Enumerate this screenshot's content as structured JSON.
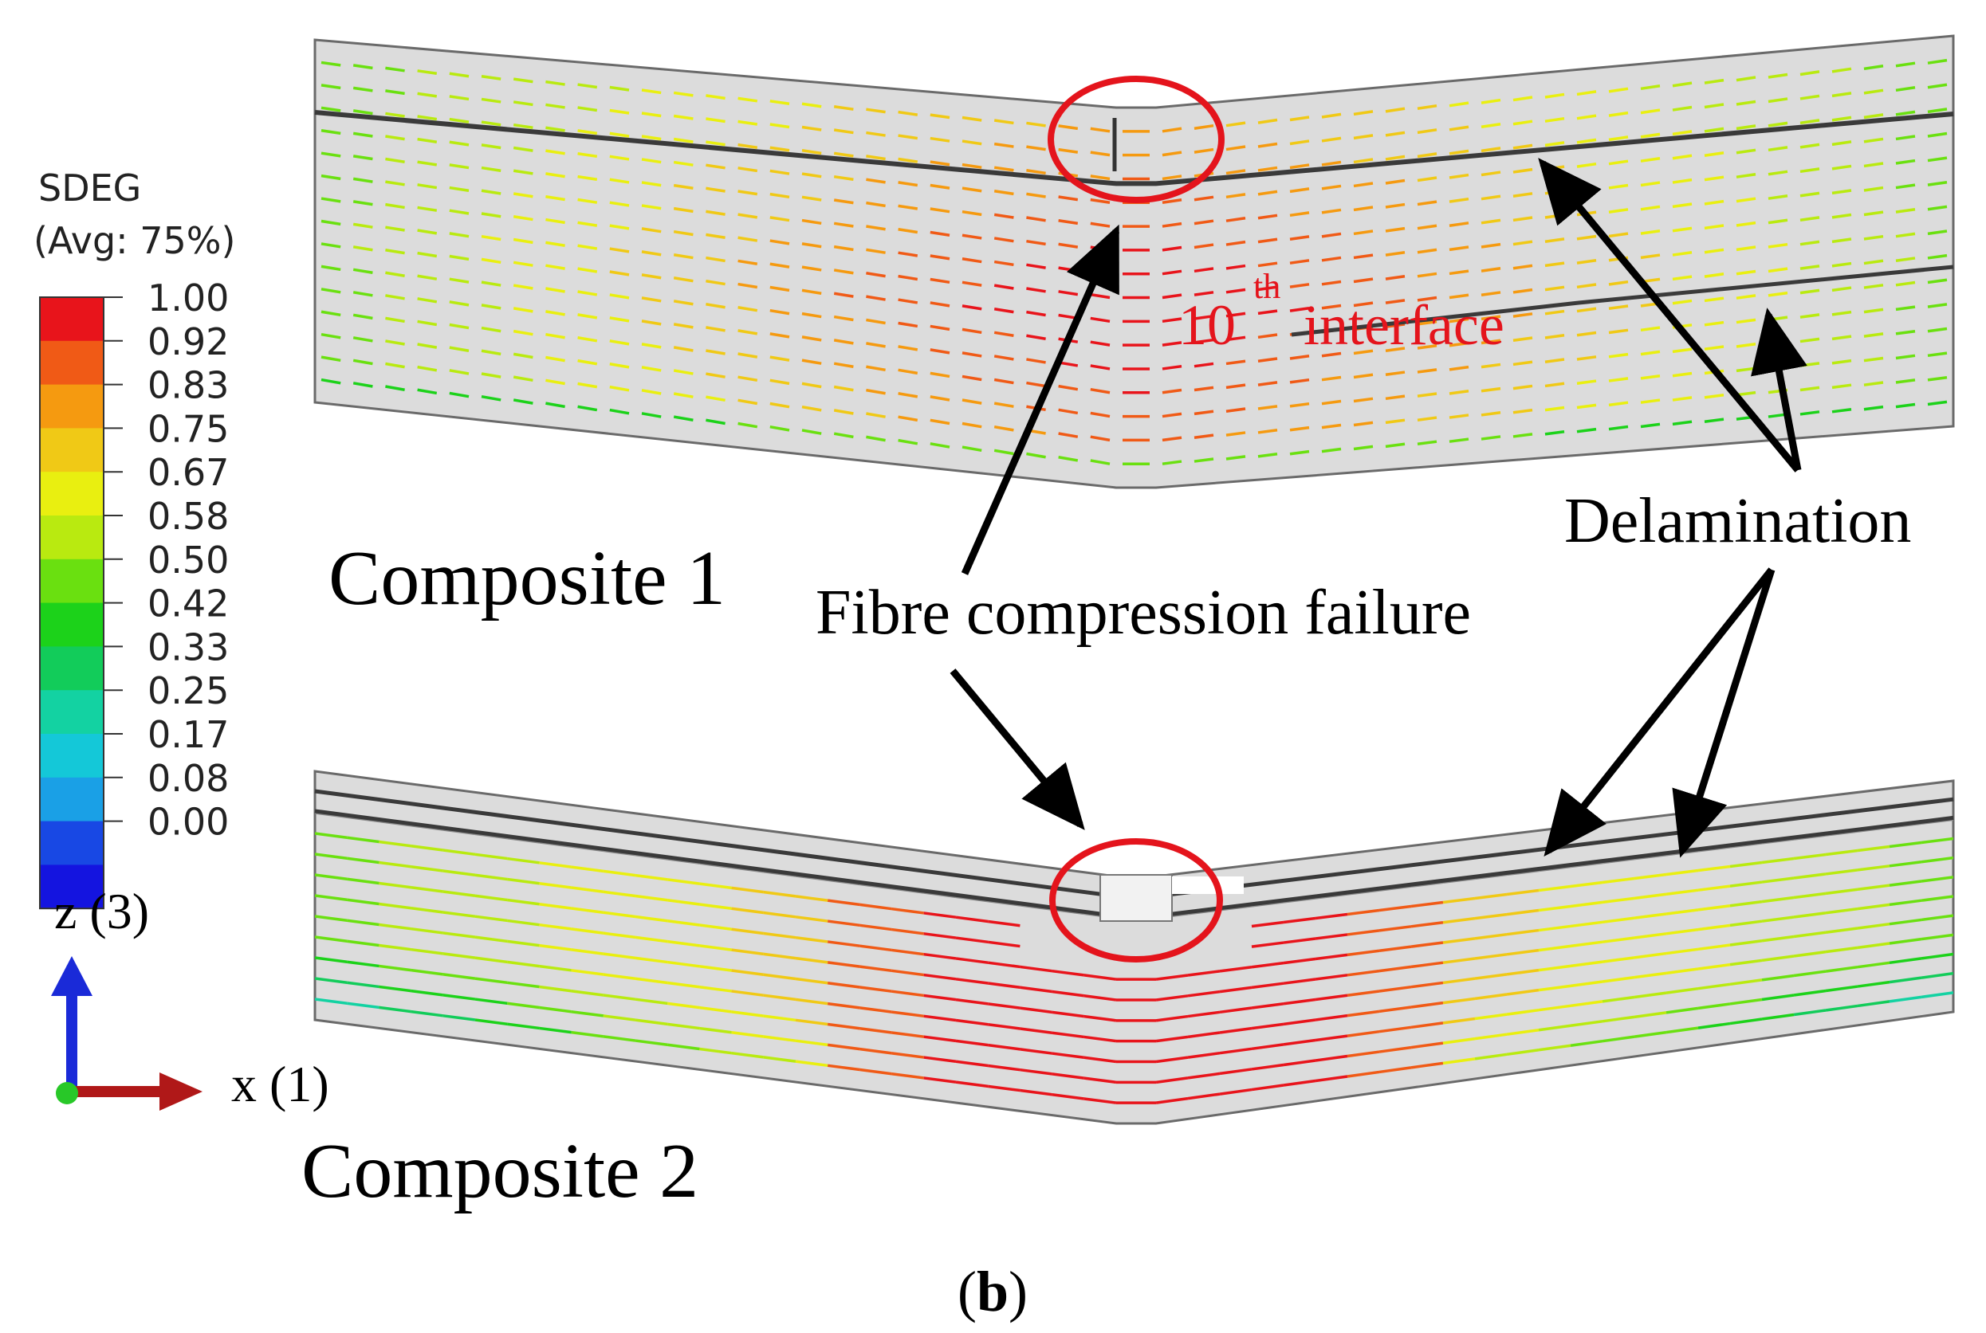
{
  "legend": {
    "title": "SDEG",
    "subtitle": "(Avg: 75%)",
    "levels": [
      "1.00",
      "0.92",
      "0.83",
      "0.75",
      "0.67",
      "0.58",
      "0.50",
      "0.42",
      "0.33",
      "0.25",
      "0.17",
      "0.08",
      "0.00"
    ],
    "colors": [
      "#e8141b",
      "#f05a16",
      "#f59a10",
      "#f0c916",
      "#e9ef10",
      "#b9ea10",
      "#6ae010",
      "#1cd21a",
      "#12cc5a",
      "#13d2a2",
      "#14c8d8",
      "#1aa0e6",
      "#1848e4",
      "#1414e0"
    ]
  },
  "labels": {
    "composite1": "Composite 1",
    "composite2": "Composite 2",
    "fibre_failure": "Fibre compression failure",
    "delamination": "Delamination",
    "interface_num": "10",
    "interface_sup": "th",
    "interface_text": "interface",
    "panel": "(b)",
    "panel_open": "(",
    "panel_letter": "b",
    "panel_close": ")"
  },
  "axes": {
    "z": "z (3)",
    "x": "x (1)"
  },
  "colors": {
    "highlight": "#e4141c",
    "arrow": "#000000",
    "beam": "#d9d9d9",
    "ply_dark": "#555555"
  }
}
